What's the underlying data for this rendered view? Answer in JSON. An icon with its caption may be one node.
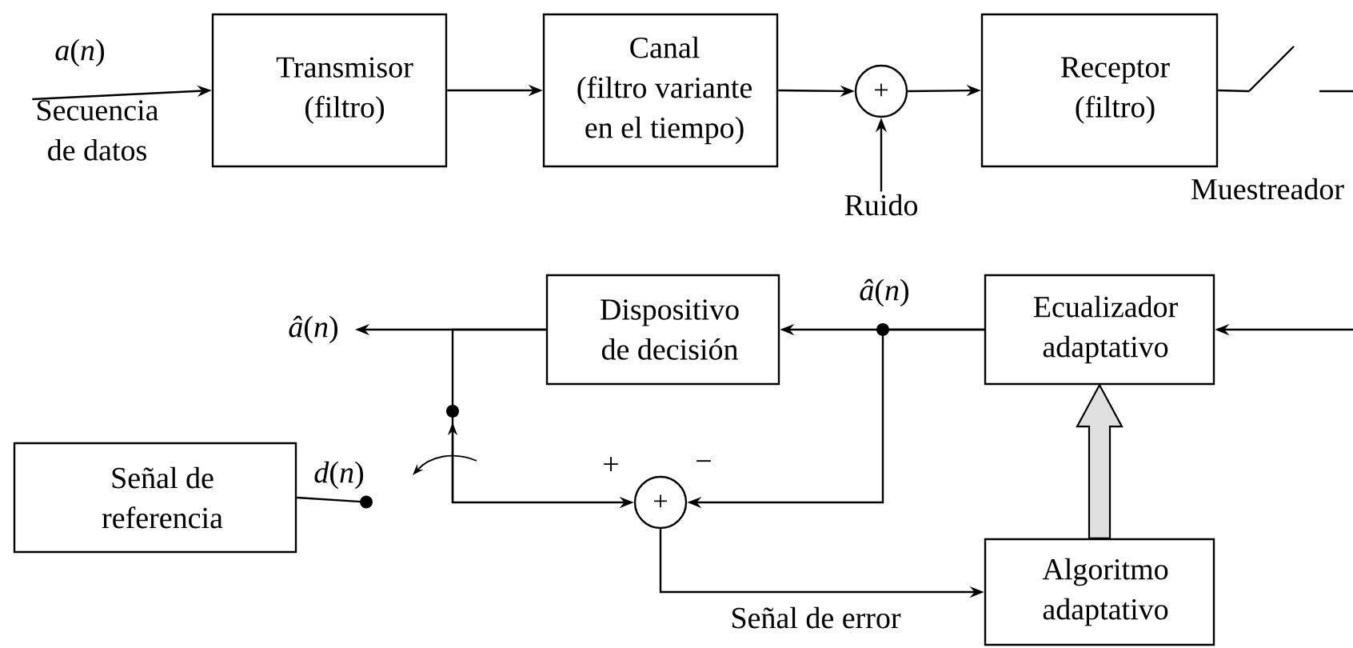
{
  "diagram": {
    "nodes": [
      {
        "text": [
          "Transmisor (filtro)"
        ]
      },
      {
        "text": [
          "Canal (filtro variante en el tiempo)"
        ]
      },
      {
        "text": [
          "+"
        ]
      },
      {
        "text": [
          "Ruido"
        ]
      },
      {
        "text": [
          "Receptor (filtro)"
        ]
      },
      {
        "text": [
          "Dispositivo de decisión"
        ]
      },
      {
        "text": [
          "Ecualizador adaptativo"
        ]
      },
      {
        "text": [
          "Señal de referencia"
        ]
      },
      {
        "text": [
          "+"
        ]
      },
      {
        "text": [
          "Algoritmo adaptativo"
        ]
      },
      {
        "text": [
          "Secuencia de datos"
        ]
      }
    ],
    "edges": [
      {
        "from": 10,
        "to": 0,
        "arrow": "to",
        "label": "*a*(*n*)"
      },
      {
        "from": 0,
        "to": 1,
        "arrow": "to"
      },
      {
        "from": 1,
        "to": 2,
        "arrow": "to"
      },
      {
        "from": 3,
        "to": 2,
        "arrow": "to"
      },
      {
        "from": 2,
        "to": 4,
        "arrow": "to"
      },
      {
        "from": 4,
        "to": null,
        "arrow": "none"
      },
      {
        "from": null,
        "to": 6,
        "arrow": "to"
      },
      {
        "from": 6,
        "to": 5,
        "arrow": "to",
        "label": "*â*(*n*)"
      },
      {
        "from": 5,
        "to": null,
        "arrow": "to",
        "label": "*â*(*n*)"
      },
      {
        "from": 5,
        "to": 8,
        "arrow": "to",
        "label": "+"
      },
      {
        "from": 6,
        "to": 8,
        "arrow": "to",
        "label": "−"
      },
      {
        "from": 7,
        "to": null,
        "arrow": "other",
        "label": "*d*(*n*)"
      },
      {
        "from": 8,
        "to": 9,
        "arrow": "to",
        "label": "Señal de error"
      },
      {
        "from": 9,
        "to": 6,
        "arrow": "to",
        "style": "thick"
      }
    ],
    "labels": [
      "Muestreador"
    ]
  }
}
